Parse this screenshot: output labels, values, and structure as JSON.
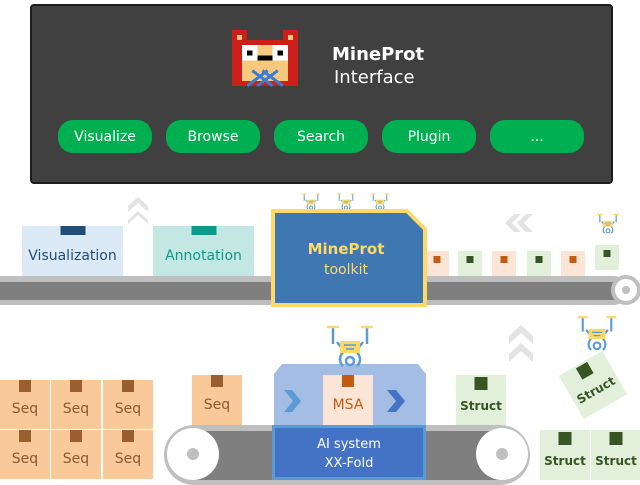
{
  "interface": {
    "title": "MineProt",
    "subtitle": "Interface",
    "buttons": [
      "Visualize",
      "Browse",
      "Search",
      "Plugin",
      "..."
    ]
  },
  "toolkit": {
    "title": "MineProt",
    "subtitle": "toolkit"
  },
  "outputs": {
    "visualization": "Visualization",
    "annotation": "Annotation"
  },
  "pipeline": {
    "seq_label": "Seq",
    "msa_label": "MSA",
    "struct_label": "Struct",
    "ai_system": "AI system",
    "ai_name": "XX-Fold"
  },
  "colors": {
    "panel": "#404040",
    "button": "#00b050",
    "toolkit": "#3f78b0",
    "toolkit_border": "#ffd966",
    "ai": "#4472c4"
  }
}
